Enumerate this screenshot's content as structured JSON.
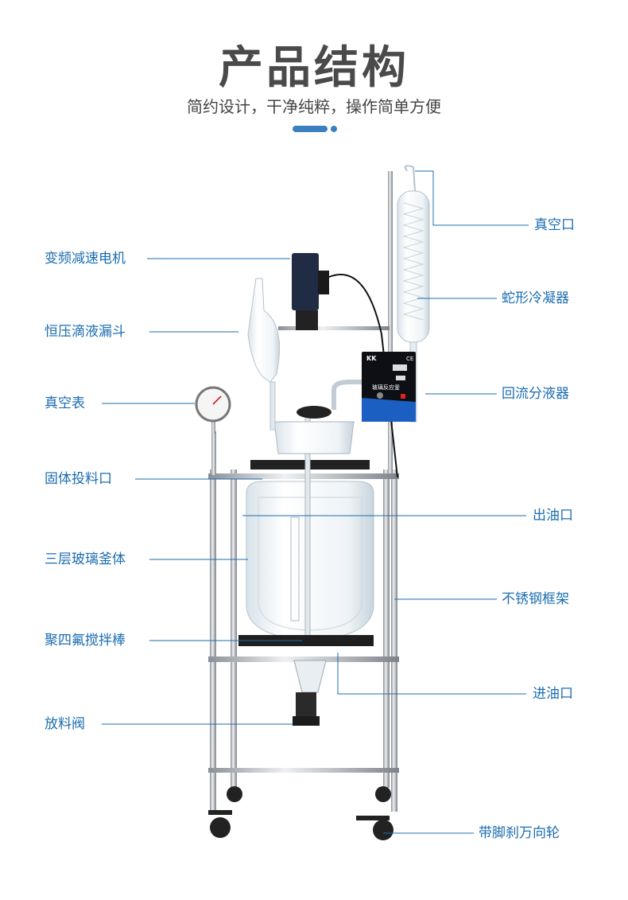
{
  "header": {
    "title": "产品结构",
    "subtitle": "简约设计，干净纯粹，操作简单方便"
  },
  "device": {
    "control_box_label": "玻璃反应釜",
    "control_box_logo": "CE"
  },
  "labels_left": [
    {
      "text": "变频减速电机"
    },
    {
      "text": "恒压滴液漏斗"
    },
    {
      "text": "真空表"
    },
    {
      "text": "固体投料口"
    },
    {
      "text": "三层玻璃釜体"
    },
    {
      "text": "聚四氟搅拌棒"
    },
    {
      "text": "放料阀"
    }
  ],
  "labels_right": [
    {
      "text": "真空口"
    },
    {
      "text": "蛇形冷凝器"
    },
    {
      "text": "回流分液器"
    },
    {
      "text": "出油口"
    },
    {
      "text": "不锈钢框架"
    },
    {
      "text": "进油口"
    },
    {
      "text": "带脚刹万向轮"
    }
  ],
  "colors": {
    "accent": "#1b6db0",
    "title": "#4a4a4a"
  }
}
